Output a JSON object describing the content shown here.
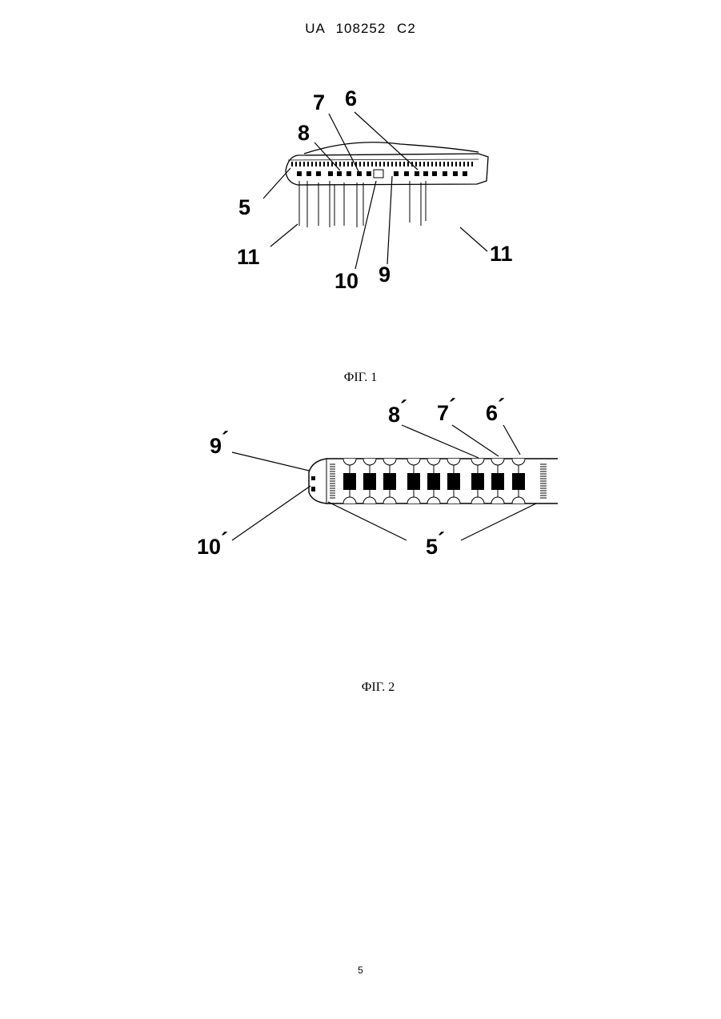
{
  "header": "UA   108252   C2",
  "figure1": {
    "caption": "ФІГ. 1",
    "labels": {
      "l7": "7",
      "l6": "6",
      "l8": "8",
      "l5": "5",
      "l11a": "11",
      "l11b": "11",
      "l10": "10",
      "l9": "9"
    }
  },
  "figure2": {
    "caption": "ФІГ. 2",
    "labels": {
      "l8": "8",
      "l7": "7",
      "l6": "6",
      "l9": "9",
      "l10": "10",
      "l5": "5"
    },
    "prime": "´"
  },
  "page_number": "5"
}
